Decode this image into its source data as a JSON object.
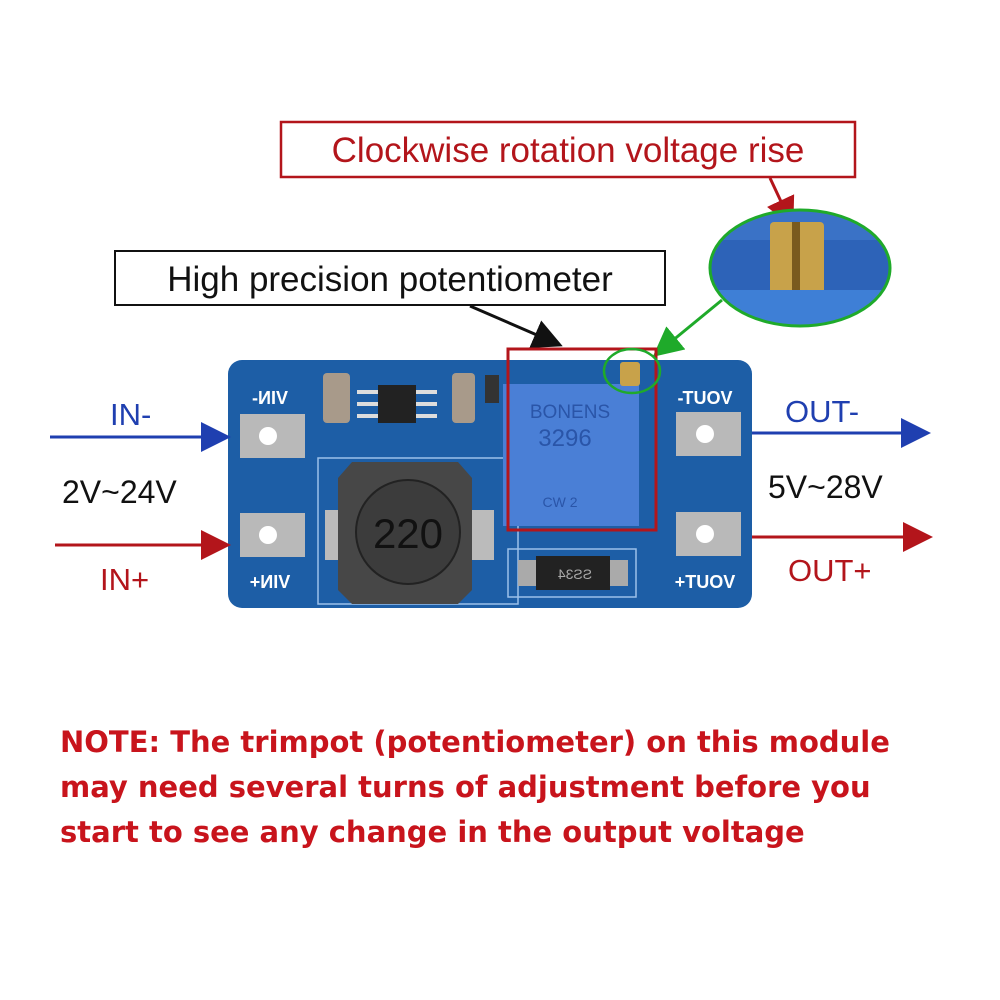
{
  "callouts": {
    "clockwise": "Clockwise rotation voltage rise",
    "potentiometer": "High precision potentiometer"
  },
  "terminals": {
    "in_minus": "IN-",
    "in_plus": "IN+",
    "input_range": "2V~24V",
    "out_minus": "OUT-",
    "out_plus": "OUT+",
    "output_range": "5V~28V"
  },
  "board": {
    "vin_minus": "VIN-",
    "vin_plus": "VIN+",
    "vout_minus": "VOUT-",
    "vout_plus": "VOUT+",
    "inductor": "220",
    "pot_brand": "BONENS",
    "pot_model": "3296",
    "pot_marking": "CW 2",
    "diode": "SS34"
  },
  "note": {
    "lines": [
      "NOTE: The trimpot (potentiometer) on this module",
      "may need several turns of adjustment before you",
      "start to see any change in the output voltage"
    ]
  },
  "colors": {
    "red": "#b3151b",
    "blue": "#1f3fb0",
    "green": "#1faa2a",
    "pcb": "#1d5ea6",
    "note": "#c8141c"
  }
}
